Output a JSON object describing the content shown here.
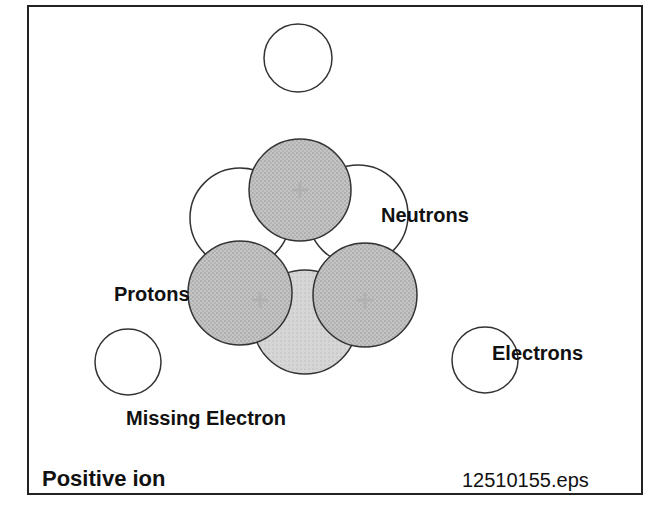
{
  "diagram": {
    "caption": "Positive ion",
    "labels": [
      "Neutrons",
      "Protons",
      "Electrons",
      "Missing Electron",
      "12510155.eps"
    ]
  }
}
